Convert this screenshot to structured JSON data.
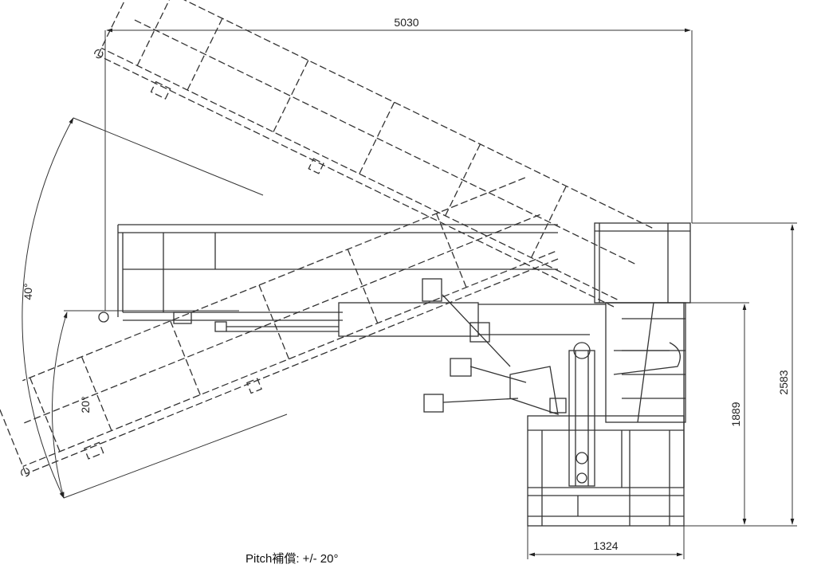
{
  "dimensions": {
    "overall_width": "5030",
    "height_total": "2583",
    "height_platform": "1889",
    "base_width": "1324"
  },
  "angles": {
    "outer": "40°",
    "inner": "20°"
  },
  "caption": "Pitch補償: +/- 20°",
  "colors": {
    "line": "#333333",
    "background": "#ffffff"
  }
}
